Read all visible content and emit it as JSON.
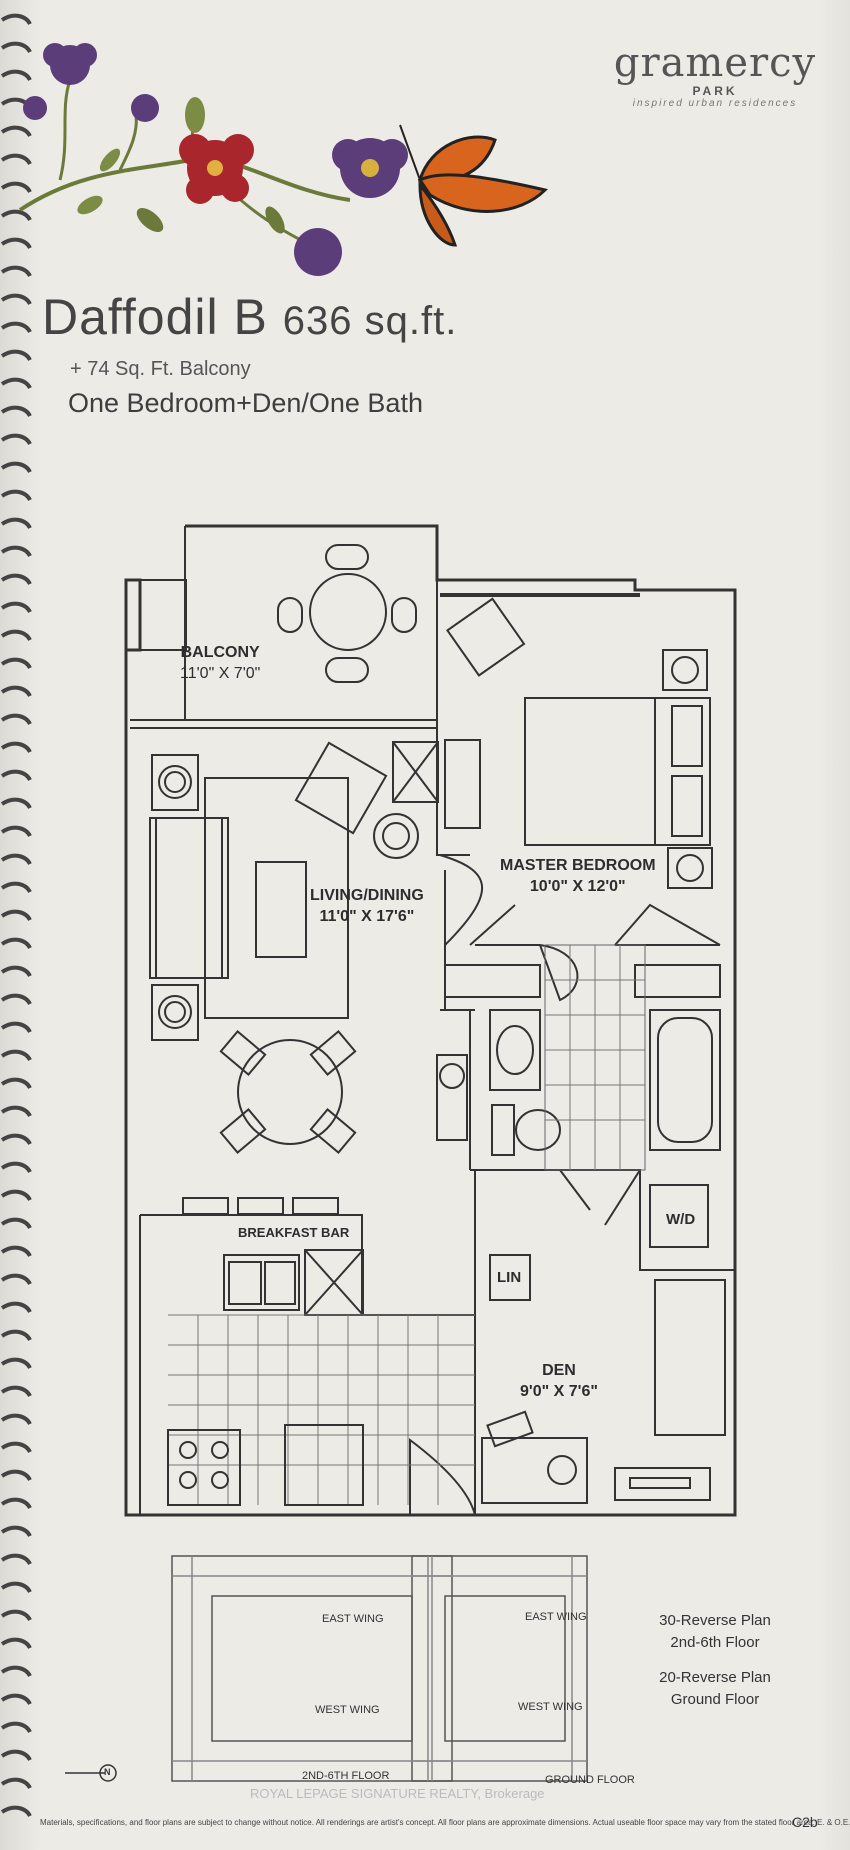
{
  "brand": {
    "name": "gramercy",
    "sub": "PARK",
    "tagline": "inspired urban residences"
  },
  "unit": {
    "name": "Daffodil B",
    "area": "636 sq.ft.",
    "balcony_area": "+ 74 Sq. Ft. Balcony",
    "layout": "One Bedroom+Den/One Bath"
  },
  "rooms": {
    "balcony": {
      "name": "BALCONY",
      "dims": "11'0\" X 7'0\""
    },
    "living": {
      "name": "LIVING/DINING",
      "dims": "11'0\" X 17'6\""
    },
    "master": {
      "name": "MASTER BEDROOM",
      "dims": "10'0\" X 12'0\""
    },
    "breakfast": "BREAKFAST BAR",
    "den": {
      "name": "DEN",
      "dims": "9'0\" X 7'6\""
    },
    "lin": "LIN",
    "wd": "W/D"
  },
  "keyplan": {
    "left_east": "EAST WING",
    "left_west": "WEST WING",
    "left_floor": "2ND-6TH FLOOR",
    "right_east": "EAST WING",
    "right_west": "WEST WING",
    "right_floor": "GROUND FLOOR",
    "north": "N"
  },
  "plans": {
    "line1": "30-Reverse Plan",
    "line2": "2nd-6th Floor",
    "line3": "20-Reverse Plan",
    "line4": "Ground Floor"
  },
  "watermark": "ROYAL LEPAGE SIGNATURE REALTY, Brokerage",
  "disclaimer": "Materials, specifications, and floor plans are subject to change without notice. All renderings are artist's concept. All floor plans are approximate dimensions. Actual useable floor space may vary from the stated floor area. E. & O.E.",
  "page_code": "C2b",
  "colors": {
    "flower_purple": "#5b3d7a",
    "flower_red": "#a8262c",
    "butterfly": "#d8641e",
    "stem": "#6b7a3a"
  }
}
